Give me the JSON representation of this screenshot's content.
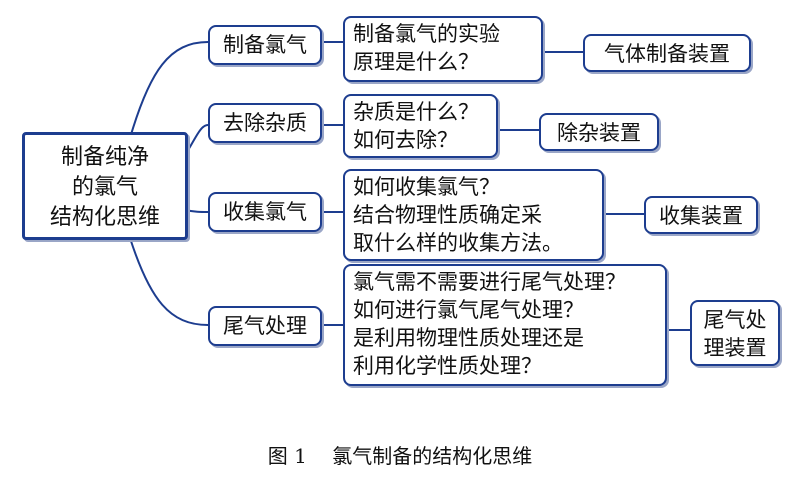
{
  "root": {
    "label": "制备纯净\n的氯气\n结构化思维"
  },
  "branches": [
    {
      "label": "制备氯气",
      "question": "制备氯气的实验\n原理是什么？",
      "result": "气体制备装置"
    },
    {
      "label": "去除杂质",
      "question": "杂质是什么？\n如何去除？",
      "result": "除杂装置"
    },
    {
      "label": "收集氯气",
      "question": "如何收集氯气？\n结合物理性质确定采\n取什么样的收集方法。",
      "result": "收集装置"
    },
    {
      "label": "尾气处理",
      "question": "氯气需不需要进行尾气处理？\n如何进行氯气尾气处理？\n是利用物理性质处理还是\n利用化学性质处理？",
      "result": "尾气处\n理装置"
    }
  ],
  "caption": "图 1    氯气制备的结构化思维",
  "colors": {
    "border": "#1d3d8f",
    "line": "#1d3d8f"
  }
}
